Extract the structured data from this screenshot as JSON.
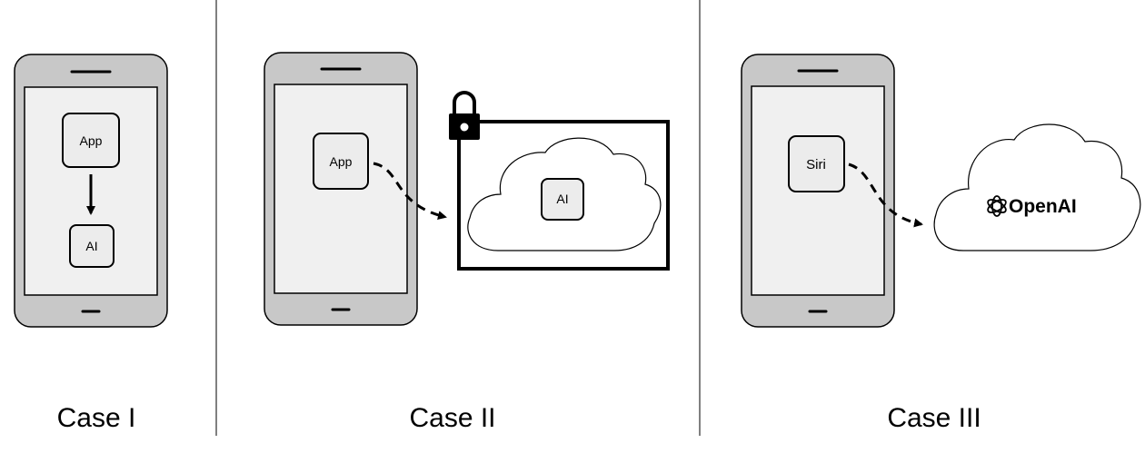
{
  "cases": [
    {
      "label": "Case I",
      "app_label": "App",
      "ai_label": "AI"
    },
    {
      "label": "Case II",
      "app_label": "App",
      "ai_label": "AI"
    },
    {
      "label": "Case III",
      "app_label": "Siri",
      "cloud_label": "OpenAI"
    }
  ],
  "colors": {
    "phone_body": "#c8c8c8",
    "screen": "#f0f0f0",
    "chip": "#ececec",
    "stroke": "#000000",
    "divider": "#808080"
  },
  "icons": {
    "lock": "padlock-icon",
    "openai": "openai-logo-icon"
  }
}
